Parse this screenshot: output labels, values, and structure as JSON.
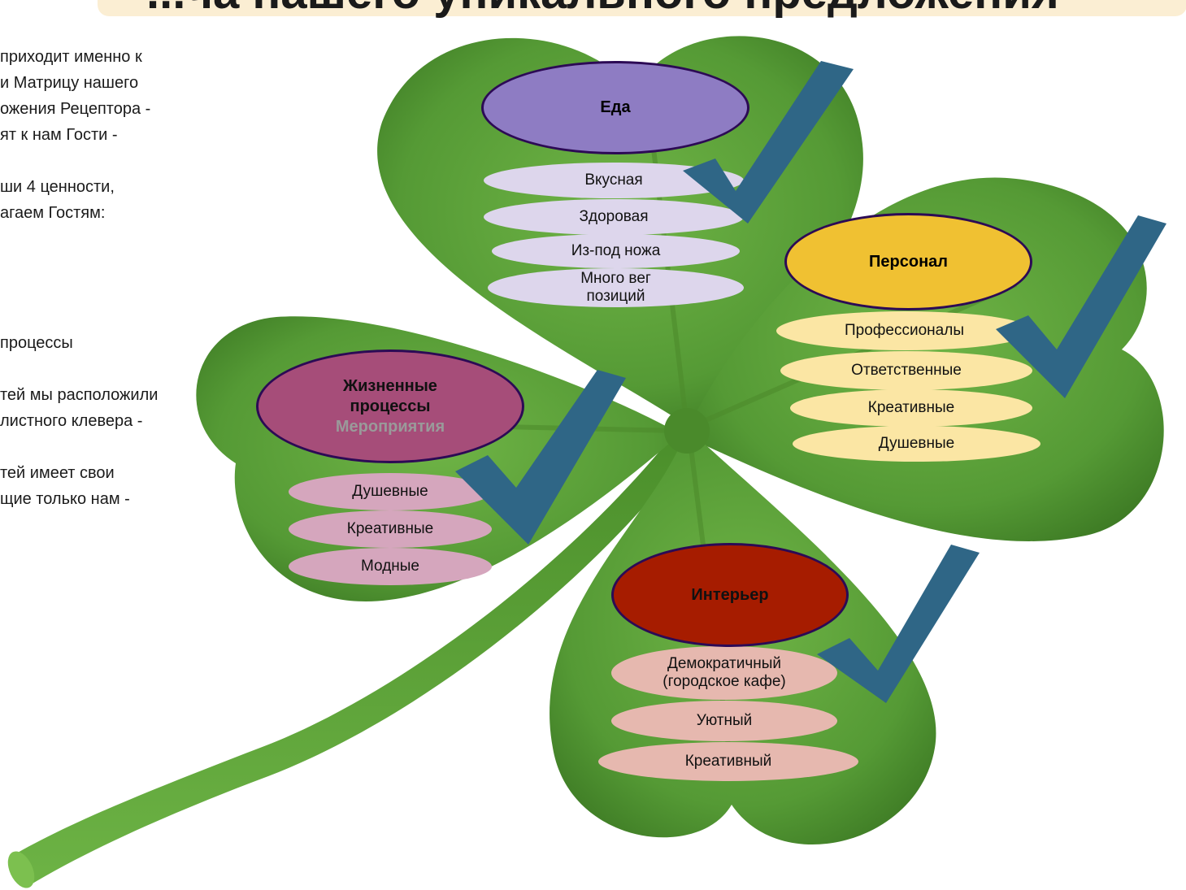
{
  "title": "...ча нашего уникального предложения",
  "intro_text": [
    "приходит именно к",
    "и Матрицу нашего",
    "ожения Рецептора -",
    "ят к нам Гости -",
    "",
    "ши 4 ценности,",
    "агаем Гостям:",
    "",
    "",
    "",
    "процессы",
    "",
    "тей мы расположили",
    "листного клевера -",
    "",
    "тей имеет свои",
    "щие только нам -"
  ],
  "groups": {
    "food": {
      "title": "Еда",
      "items": [
        "Вкусная",
        "Здоровая",
        "Из-под ножа",
        "Много вег позиций"
      ]
    },
    "staff": {
      "title": "Персонал",
      "items": [
        "Профессионалы",
        "Ответственные",
        "Креативные",
        "Душевные"
      ]
    },
    "life": {
      "title_line1": "Жизненные",
      "title_line2": "процессы",
      "title_line3": "Мероприятия",
      "items": [
        "Душевные",
        "Креативные",
        "Модные"
      ]
    },
    "interior": {
      "title": "Интерьер",
      "items": [
        "Демократичный (городское кафе)",
        "Уютный",
        "Креативный"
      ]
    }
  },
  "colors": {
    "leaf": "#5a9e38",
    "leaf_dark": "#3f7a26",
    "check": "#2f6686",
    "food_head": "#8e7cc3",
    "food_item": "#ddd6ec",
    "staff_head": "#f0c132",
    "staff_item": "#fbe6a4",
    "life_head": "#a64d79",
    "life_item": "#d5a6bd",
    "interior_head": "#a61c00",
    "interior_item": "#e6b8af"
  },
  "icons": [
    "four-leaf-clover",
    "checkmark-icon"
  ]
}
